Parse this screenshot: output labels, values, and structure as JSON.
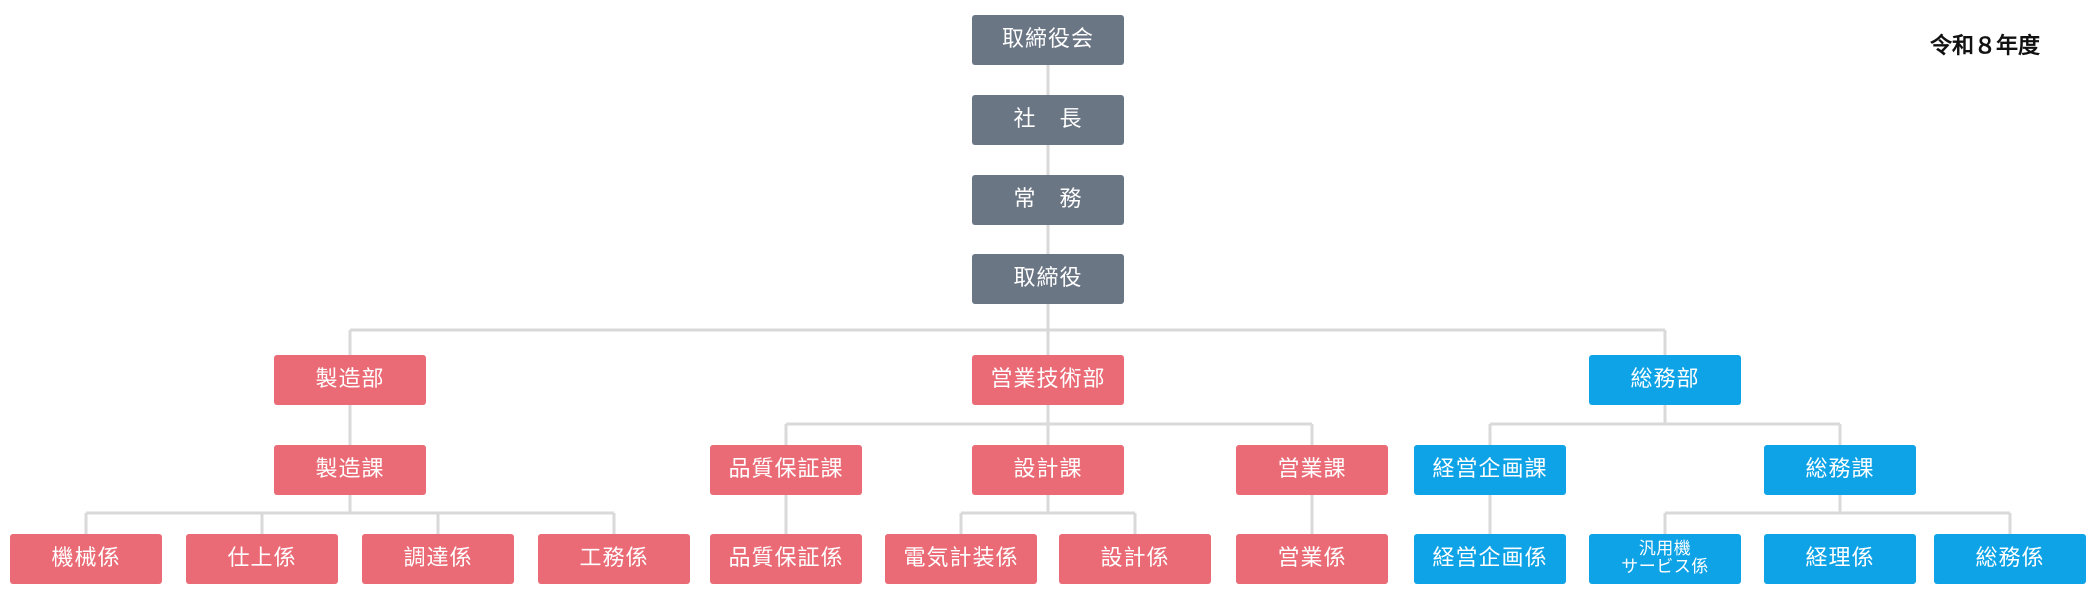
{
  "fiscal_year": "令和８年度",
  "nodes": {
    "board": "取締役会",
    "president": "社　長",
    "managing": "常　務",
    "director": "取締役",
    "mfg_dept": "製造部",
    "sales_tech_dept": "営業技術部",
    "general_affairs_dept": "総務部",
    "mfg_section": "製造課",
    "qa_section": "品質保証課",
    "design_section": "設計課",
    "sales_section": "営業課",
    "mgmt_planning_section": "経営企画課",
    "general_affairs_section": "総務課",
    "machine_unit": "機械係",
    "finishing_unit": "仕上係",
    "procurement_unit": "調達係",
    "works_unit": "工務係",
    "qa_unit": "品質保証係",
    "electrical_design_unit": "電気計装係",
    "design_unit": "設計係",
    "sales_unit": "営業係",
    "mgmt_planning_unit": "経営企画係",
    "general_machine_service_unit": "汎用機\nサービス係",
    "accounting_unit": "経理係",
    "general_affairs_unit": "総務係"
  },
  "colors": {
    "executive": "#6b7685",
    "manufacturing_sales": "#ea6b76",
    "general_affairs": "#0ea3e6",
    "connector": "#d9d9d9"
  }
}
